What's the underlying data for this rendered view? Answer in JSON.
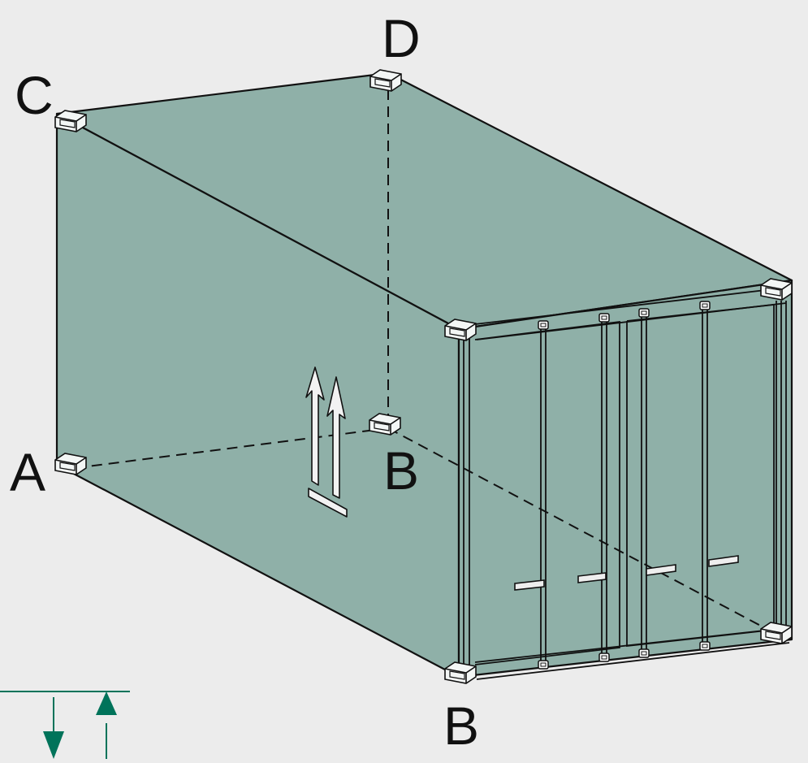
{
  "corner_labels": {
    "c": "C",
    "d": "D",
    "a": "A",
    "b_inner": "B",
    "b_bottom": "B"
  },
  "colors": {
    "background": "#ececec",
    "container_fill": "#8fb0a8",
    "outline": "#111111",
    "marker_arrows": "#00735a",
    "castings": "#ffffff"
  },
  "icons": {
    "this_way_up": "this-way-up-icon",
    "stacking_arrows": "stacking-arrows-icon"
  }
}
